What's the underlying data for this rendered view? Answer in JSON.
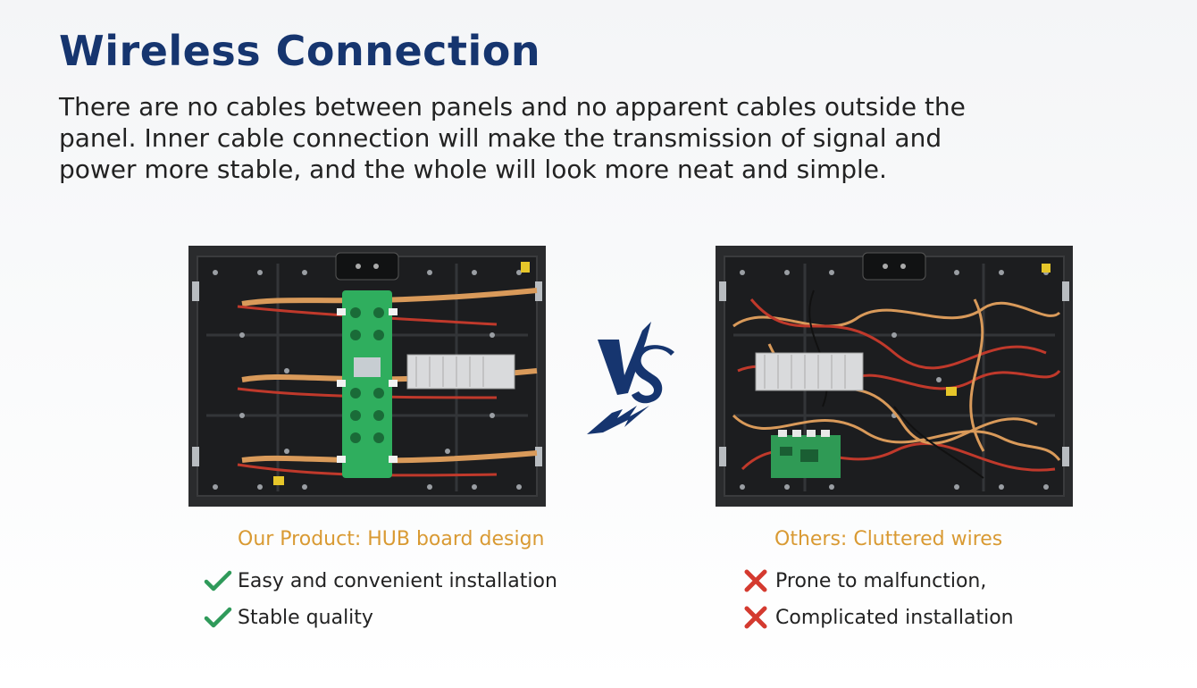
{
  "header": {
    "title": "Wireless Connection",
    "description": "There are no cables between panels and no apparent cables outside the panel. Inner cable connection will make the transmission of signal and power more stable, and the whole will look more neat and simple."
  },
  "comparison": {
    "left": {
      "caption": "Our Product: HUB board design",
      "bullets": [
        "Easy and convenient installation",
        "Stable quality"
      ],
      "bullet_icon": "check-icon"
    },
    "right": {
      "caption": "Others: Cluttered wires",
      "bullets": [
        "Prone to malfunction,",
        "Complicated installation"
      ],
      "bullet_icon": "cross-icon"
    },
    "divider_icon": "vs-icon"
  },
  "colors": {
    "title": "#16356f",
    "caption": "#d99a33",
    "check": "#2f9a5a",
    "cross": "#d43a2f",
    "vs": "#16356f"
  }
}
